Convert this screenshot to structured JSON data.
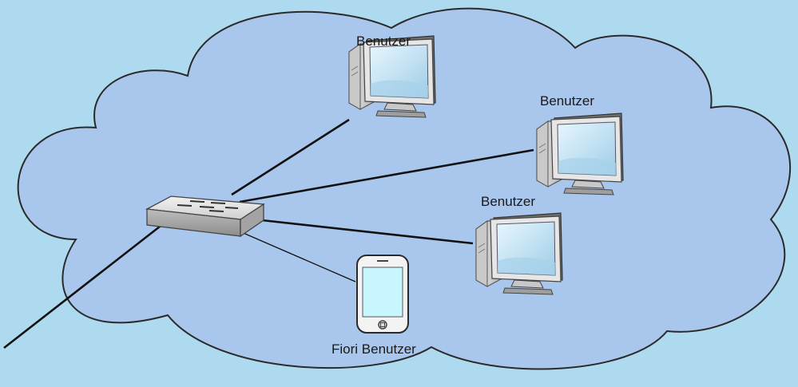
{
  "colors": {
    "background": "#aedaf0",
    "cloud_fill": "#a9c7ec",
    "cloud_stroke": "#2a2a2a",
    "link": "#111111",
    "phone_screen": "#c8f6ff",
    "monitor_screen": "#bfe0f2"
  },
  "nodes": {
    "user_1": {
      "label": "Benutzer",
      "icon": "desktop-computer-icon"
    },
    "user_2": {
      "label": "Benutzer",
      "icon": "desktop-computer-icon"
    },
    "user_3": {
      "label": "Benutzer",
      "icon": "desktop-computer-icon"
    },
    "fiori_user": {
      "label": "Fiori Benutzer",
      "icon": "smartphone-icon"
    },
    "switch": {
      "label": "",
      "icon": "network-switch-icon"
    }
  }
}
